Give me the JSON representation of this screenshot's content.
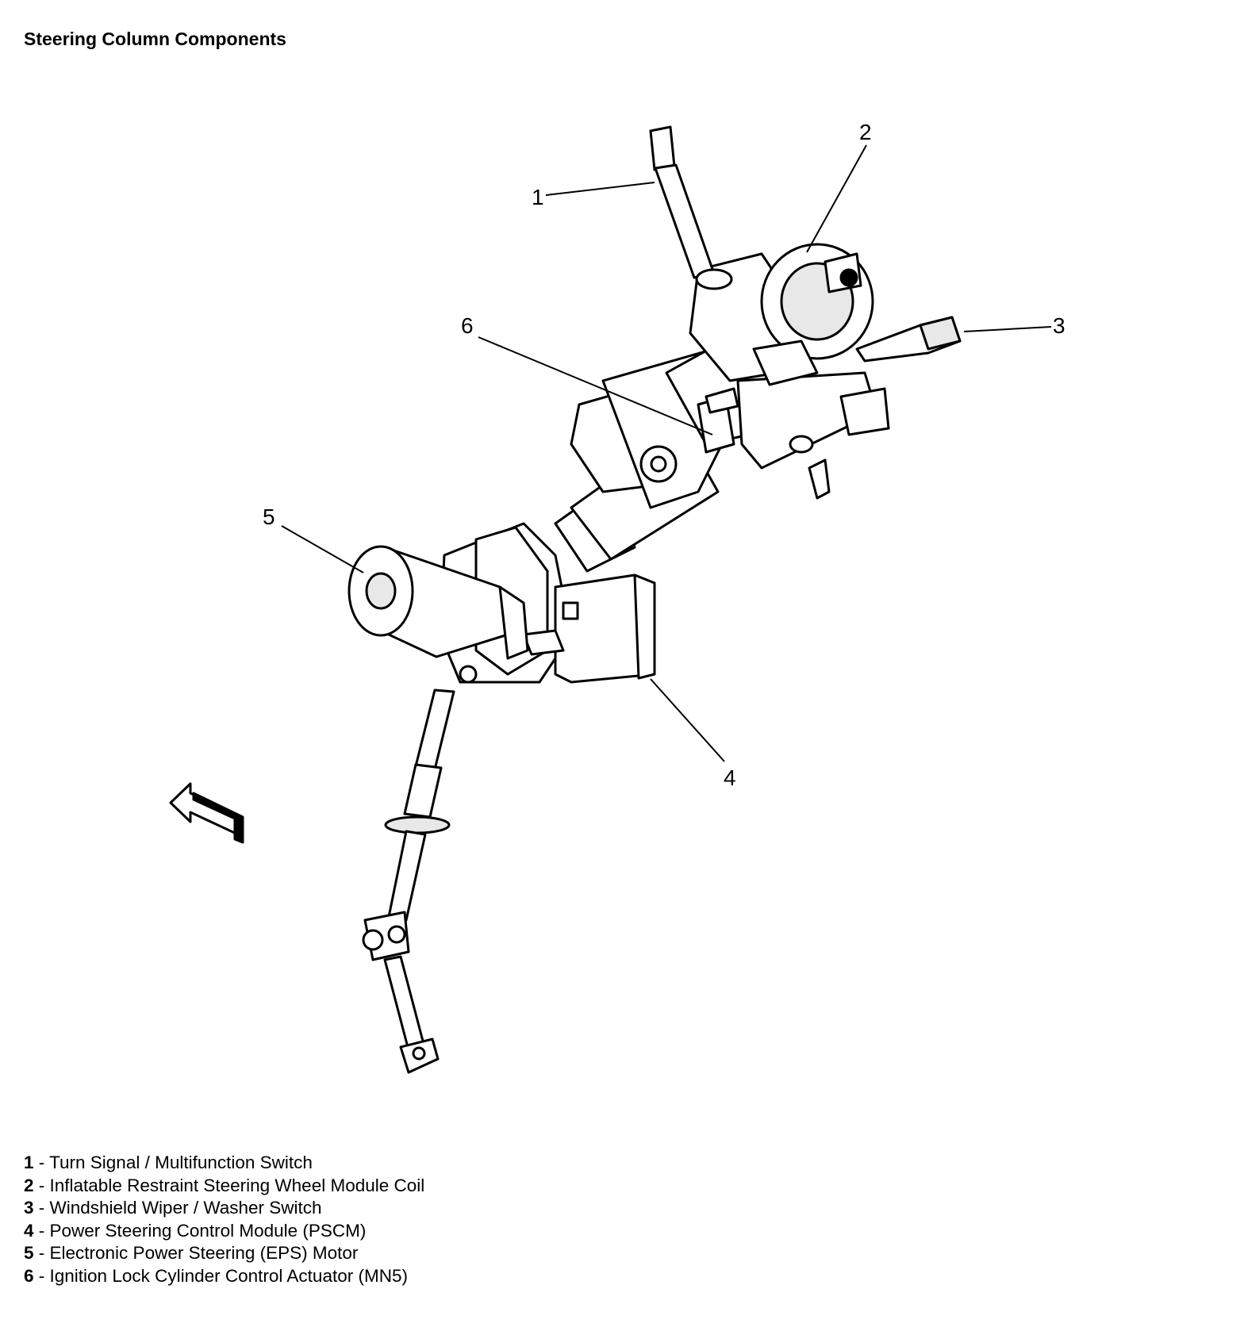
{
  "title": "Steering Column Components",
  "callouts": [
    "1",
    "2",
    "3",
    "4",
    "5",
    "6"
  ],
  "legend": [
    {
      "num": "1",
      "sep": " - ",
      "text": "Turn Signal / Multifunction Switch"
    },
    {
      "num": "2",
      "sep": " - ",
      "text": "Inflatable Restraint Steering Wheel Module Coil"
    },
    {
      "num": "3",
      "sep": " - ",
      "text": "Windshield Wiper / Washer Switch"
    },
    {
      "num": "4",
      "sep": " - ",
      "text": "Power Steering Control Module (PSCM)"
    },
    {
      "num": "5",
      "sep": " - ",
      "text": "Electronic Power Steering (EPS) Motor"
    },
    {
      "num": "6",
      "sep": " - ",
      "text": "Ignition Lock Cylinder Control Actuator (MN5)"
    }
  ],
  "colors": {
    "ink": "#000000",
    "background": "#ffffff",
    "shade": "#e8e8e8"
  }
}
